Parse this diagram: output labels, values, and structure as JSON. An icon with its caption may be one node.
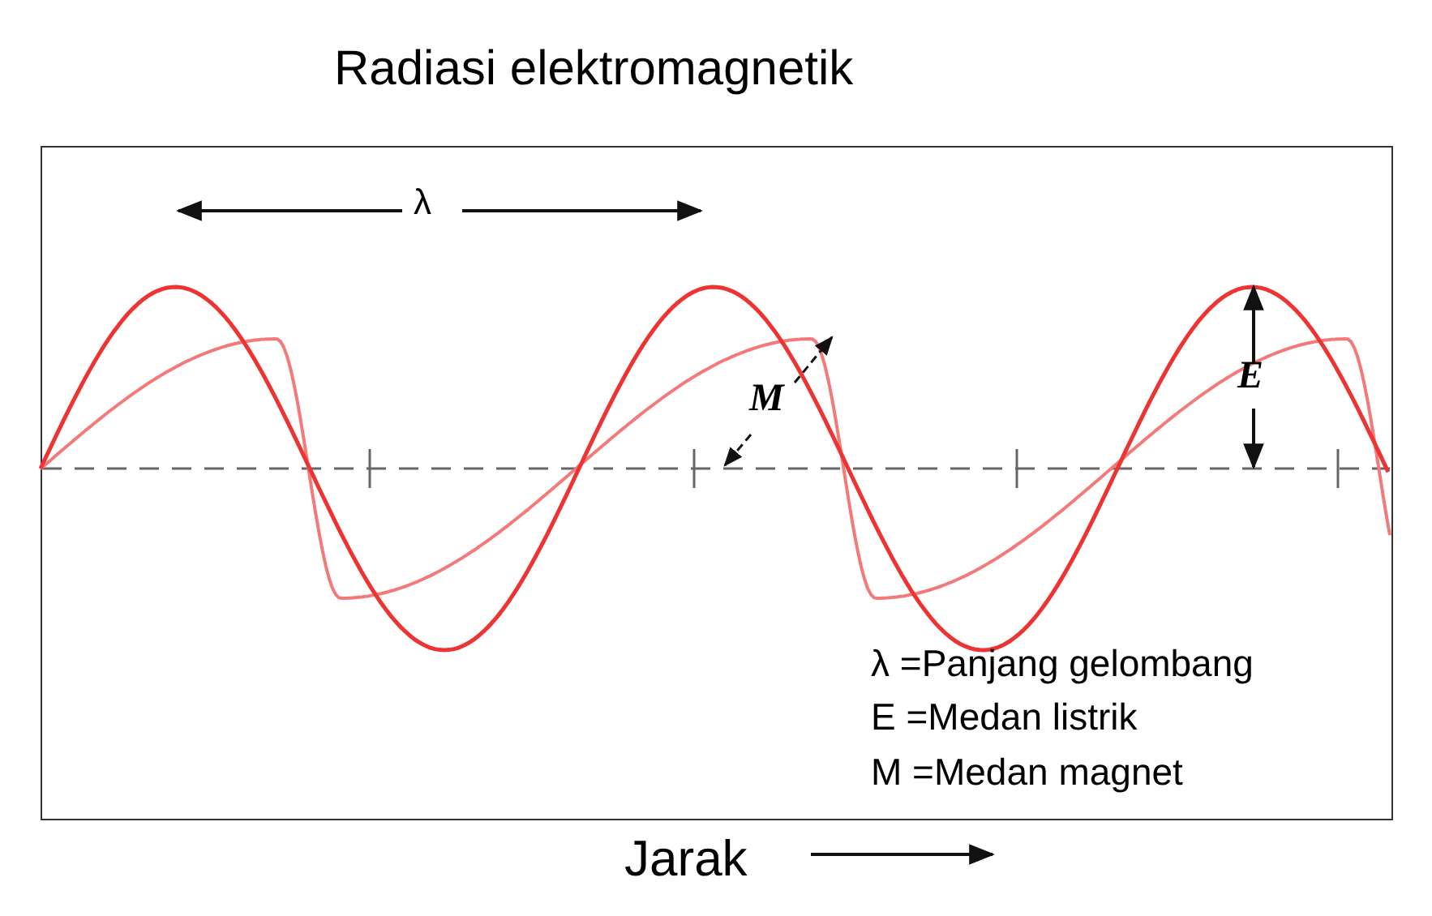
{
  "diagram": {
    "title": "Radiasi elektromagnetik",
    "labels": [
      "λ",
      "E",
      "M",
      "λ =Panjang gelombang",
      "E =Medan listrik",
      "M =Medan magnet",
      "Jarak"
    ]
  }
}
